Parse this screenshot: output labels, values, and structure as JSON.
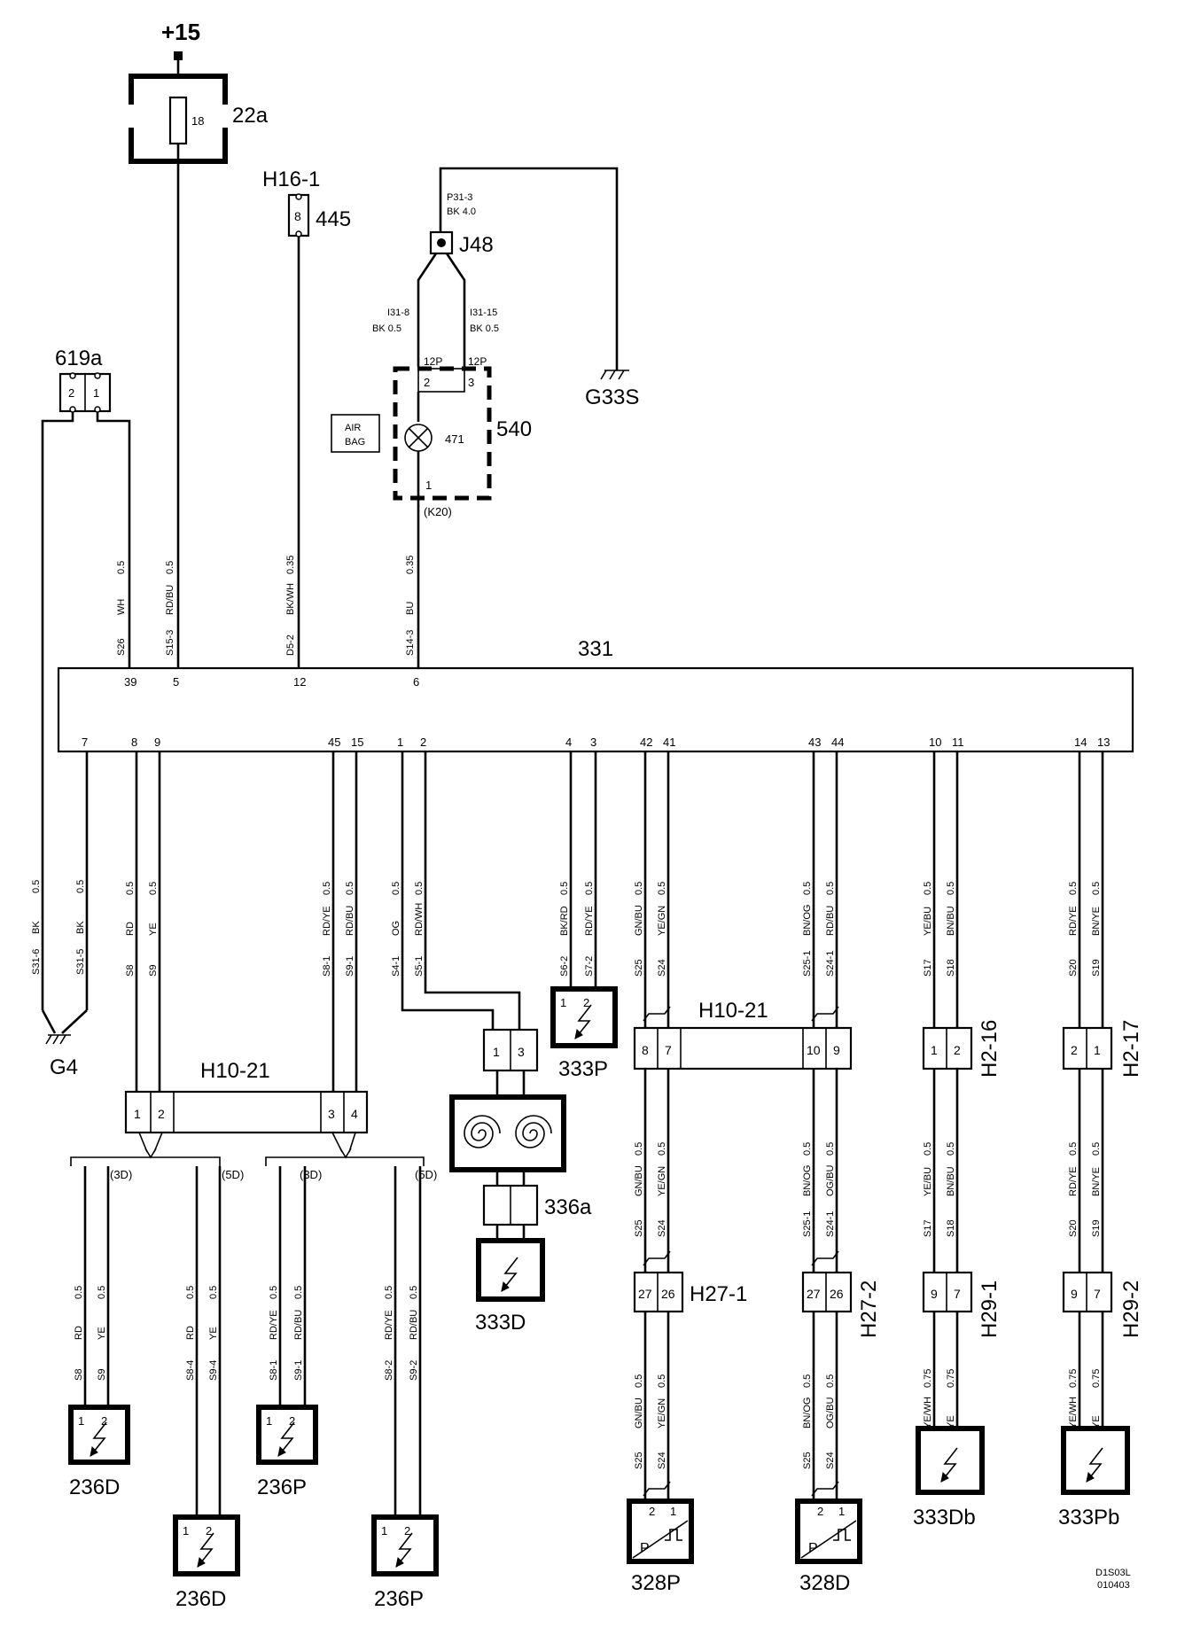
{
  "power": "+15",
  "fuse_box": {
    "label": "22a",
    "fuse": "18"
  },
  "connector_h16": {
    "name": "H16-1",
    "pin": "8",
    "wire": "445"
  },
  "ground_wire": {
    "id": "P31-3",
    "spec": "BK  4.0"
  },
  "splice": "J48",
  "splice_branches": [
    {
      "id": "I31-8",
      "spec": "BK  0.5"
    },
    {
      "id": "I31-15",
      "spec": "BK  0.5"
    }
  ],
  "ground_g33s": "G33S",
  "airbag_lamp": {
    "label": "540",
    "lamp": "471",
    "tag_line1": "AIR",
    "tag_line2": "BAG",
    "conn_left": "12P",
    "conn_right": "12P",
    "pin_left": "2",
    "pin_right": "3",
    "pin_bottom": "1",
    "ref": "(K20)"
  },
  "connector_619a": {
    "name": "619a",
    "pins": [
      "2",
      "1"
    ]
  },
  "control_unit": {
    "label": "331",
    "top_wires": [
      {
        "pin": "39",
        "id": "S26",
        "color": "WH",
        "size": "0.5"
      },
      {
        "pin": "5",
        "id": "S15-3",
        "color": "RD/BU",
        "size": "0.5"
      },
      {
        "pin": "12",
        "id": "D5-2",
        "color": "BK/WH",
        "size": "0.35"
      },
      {
        "pin": "6",
        "id": "S14-3",
        "color": "BU",
        "size": "0.35"
      }
    ],
    "bottom_pins": [
      "7",
      "8",
      "9",
      "45",
      "15",
      "1",
      "2",
      "4",
      "3",
      "42",
      "41",
      "43",
      "44",
      "10",
      "11",
      "14",
      "13"
    ]
  },
  "ground_g4": {
    "label": "G4",
    "wires": [
      {
        "id": "S31-6",
        "color": "BK",
        "size": "0.5"
      },
      {
        "id": "S31-5",
        "color": "BK",
        "size": "0.5"
      }
    ]
  },
  "upper_wires": [
    {
      "id": "S8",
      "color": "RD",
      "size": "0.5"
    },
    {
      "id": "S9",
      "color": "YE",
      "size": "0.5"
    },
    {
      "id": "S8-1",
      "color": "RD/YE",
      "size": "0.5"
    },
    {
      "id": "S9-1",
      "color": "RD/BU",
      "size": "0.5"
    },
    {
      "id": "S4-1",
      "color": "OG",
      "size": "0.5"
    },
    {
      "id": "S5-1",
      "color": "RD/WH",
      "size": "0.5"
    },
    {
      "id": "S6-2",
      "color": "BK/RD",
      "size": "0.5"
    },
    {
      "id": "S7-2",
      "color": "RD/YE",
      "size": "0.5"
    },
    {
      "id": "S25",
      "color": "GN/BU",
      "size": "0.5"
    },
    {
      "id": "S24",
      "color": "YE/GN",
      "size": "0.5"
    },
    {
      "id": "S25-1",
      "color": "BN/OG",
      "size": "0.5"
    },
    {
      "id": "S24-1",
      "color": "RD/BU",
      "size": "0.5"
    },
    {
      "id": "S17",
      "color": "YE/BU",
      "size": "0.5"
    },
    {
      "id": "S18",
      "color": "BN/BU",
      "size": "0.5"
    },
    {
      "id": "S20",
      "color": "RD/YE",
      "size": "0.5"
    },
    {
      "id": "S19",
      "color": "BN/YE",
      "size": "0.5"
    }
  ],
  "connectors": {
    "h10_left": {
      "name": "H10-21",
      "pins": [
        "1",
        "2",
        "3",
        "4"
      ]
    },
    "h10_right": {
      "name": "H10-21",
      "pins": [
        "8",
        "7",
        "10",
        "9"
      ]
    },
    "h2_16": {
      "name": "H2-16",
      "pins": [
        "1",
        "2"
      ]
    },
    "h2_17": {
      "name": "H2-17",
      "pins": [
        "2",
        "1"
      ]
    },
    "clock_spring_pins": [
      "1",
      "3"
    ],
    "h27_1": {
      "name": "H27-1",
      "pins": [
        "27",
        "26"
      ]
    },
    "h27_2": {
      "name": "H27-2",
      "pins": [
        "27",
        "26"
      ]
    },
    "h29_1": {
      "name": "H29-1",
      "pins": [
        "9",
        "7"
      ]
    },
    "h29_2": {
      "name": "H29-2",
      "pins": [
        "9",
        "7"
      ]
    }
  },
  "clock_spring": {
    "label": "336a"
  },
  "variant_tags": [
    "(3D)",
    "(5D)",
    "(3D)",
    "(5D)"
  ],
  "middle_wires": [
    {
      "id": "S25",
      "color": "GN/BU",
      "size": "0.5"
    },
    {
      "id": "S24",
      "color": "YE/GN",
      "size": "0.5"
    },
    {
      "id": "S25-1",
      "color": "BN/OG",
      "size": "0.5"
    },
    {
      "id": "S24-1",
      "color": "OG/BU",
      "size": "0.5"
    },
    {
      "id": "S17",
      "color": "YE/BU",
      "size": "0.5"
    },
    {
      "id": "S18",
      "color": "BN/BU",
      "size": "0.5"
    },
    {
      "id": "S20",
      "color": "RD/YE",
      "size": "0.5"
    },
    {
      "id": "S19",
      "color": "BN/YE",
      "size": "0.5"
    }
  ],
  "lower_wires": [
    {
      "id": "S8",
      "color": "RD",
      "size": "0.5"
    },
    {
      "id": "S9",
      "color": "YE",
      "size": "0.5"
    },
    {
      "id": "S8-4",
      "color": "RD",
      "size": "0.5"
    },
    {
      "id": "S9-4",
      "color": "YE",
      "size": "0.5"
    },
    {
      "id": "S8-1",
      "color": "RD/YE",
      "size": "0.5"
    },
    {
      "id": "S9-1",
      "color": "RD/BU",
      "size": "0.5"
    },
    {
      "id": "S8-2",
      "color": "RD/YE",
      "size": "0.5"
    },
    {
      "id": "S9-2",
      "color": "RD/BU",
      "size": "0.5"
    },
    {
      "id": "S25",
      "color": "GN/BU",
      "size": "0.5"
    },
    {
      "id": "S24",
      "color": "YE/GN",
      "size": "0.5"
    },
    {
      "id": "S25",
      "color": "BN/OG",
      "size": "0.5"
    },
    {
      "id": "S24",
      "color": "OG/BU",
      "size": "0.5"
    },
    {
      "id": "",
      "color": "YE/WH",
      "size": "0.75"
    },
    {
      "id": "",
      "color": "YE",
      "size": "0.75"
    },
    {
      "id": "",
      "color": "YE/WH",
      "size": "0.75"
    },
    {
      "id": "",
      "color": "YE",
      "size": "0.75"
    }
  ],
  "components": {
    "c333P": {
      "label": "333P",
      "pins": [
        "1",
        "2"
      ]
    },
    "c333D": {
      "label": "333D"
    },
    "c236D_a": {
      "label": "236D",
      "pins": [
        "1",
        "2"
      ]
    },
    "c236D_b": {
      "label": "236D",
      "pins": [
        "1",
        "2"
      ]
    },
    "c236P_a": {
      "label": "236P",
      "pins": [
        "1",
        "2"
      ]
    },
    "c236P_b": {
      "label": "236P",
      "pins": [
        "1",
        "2"
      ]
    },
    "c328P": {
      "label": "328P",
      "pins": [
        "2",
        "1"
      ],
      "symbol": "P"
    },
    "c328D": {
      "label": "328D",
      "pins": [
        "2",
        "1"
      ],
      "symbol": "P"
    },
    "c333Db": {
      "label": "333Db"
    },
    "c333Pb": {
      "label": "333Pb"
    }
  },
  "footer": {
    "code": "D1S03L",
    "date": "010403"
  }
}
